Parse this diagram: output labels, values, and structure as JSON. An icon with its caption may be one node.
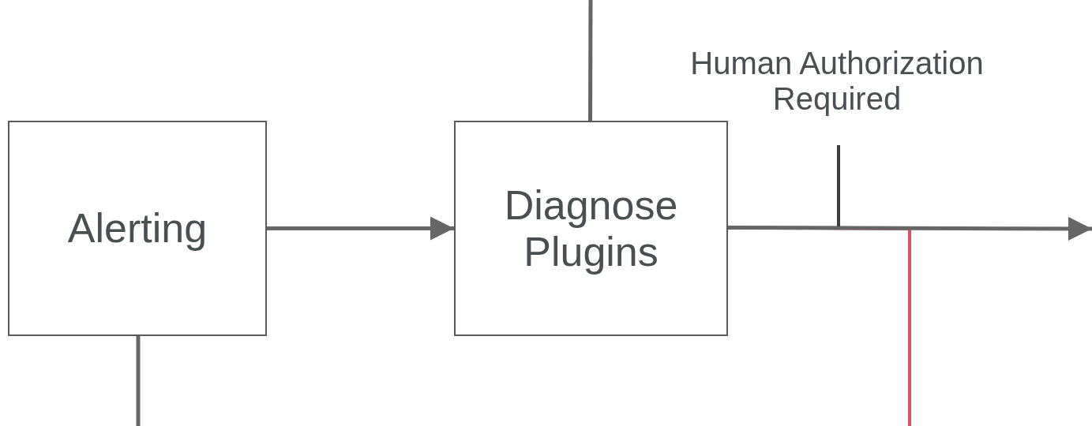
{
  "diagram": {
    "nodes": [
      {
        "text": [
          "Alerting"
        ]
      },
      {
        "text": [
          "Diagnose Plugins"
        ]
      },
      {
        "text": [
          "Human Authorization Required"
        ]
      }
    ],
    "edges": [
      {
        "from": 0,
        "to": 1,
        "arrow": "to"
      },
      {
        "from": 0,
        "to": null,
        "arrow": "none"
      },
      {
        "from": 1,
        "to": null,
        "arrow": "none"
      },
      {
        "from": 1,
        "to": null,
        "arrow": "to"
      },
      {
        "from": 2,
        "to": null,
        "arrow": "none"
      },
      {
        "from": 1,
        "to": null,
        "arrow": "none",
        "color": "#e0525f"
      }
    ]
  }
}
